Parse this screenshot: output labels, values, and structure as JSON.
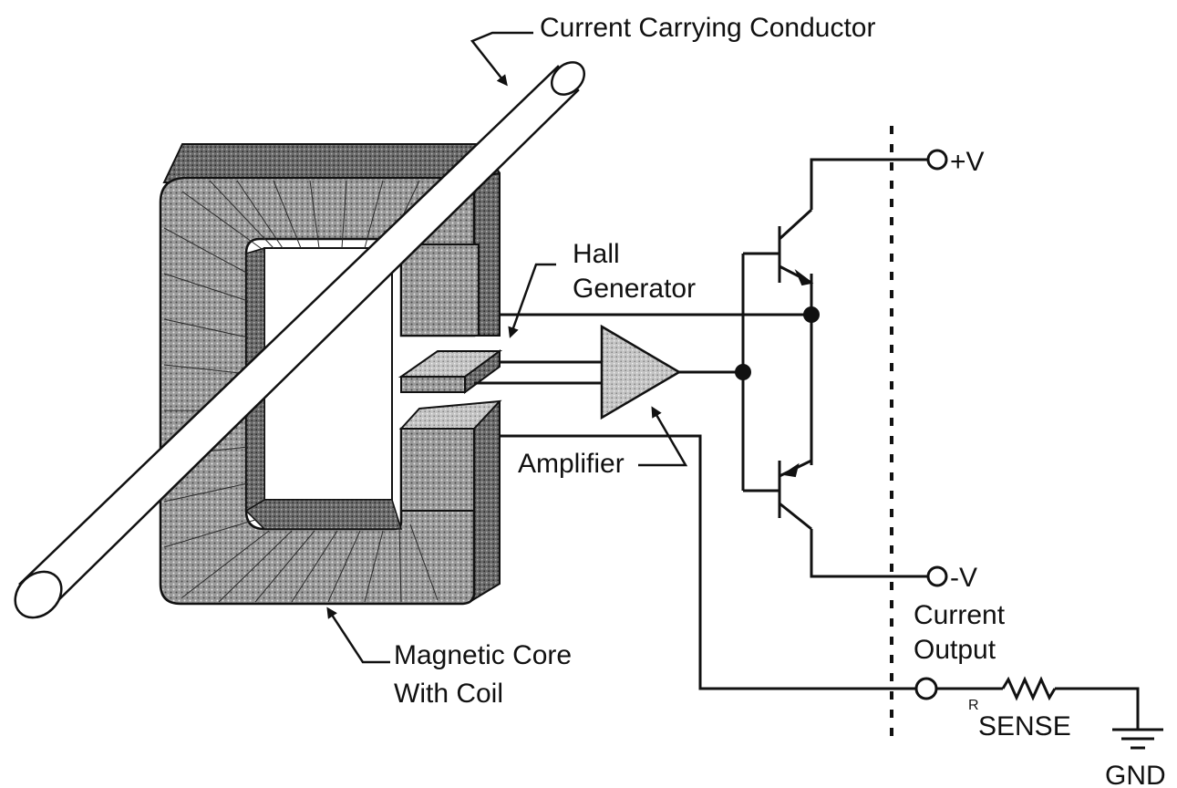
{
  "labels": {
    "conductor": "Current Carrying Conductor",
    "hall_line1": "Hall",
    "hall_line2": "Generator",
    "amplifier": "Amplifier",
    "core_line1": "Magnetic Core",
    "core_line2": "With Coil",
    "plus_v": "+V",
    "minus_v": "-V",
    "output_line1": "Current",
    "output_line2": "Output",
    "rsense_super": "R",
    "rsense_main": "SENSE",
    "gnd": "GND"
  },
  "icons": {
    "ground": "ground-symbol-icon",
    "resistor": "resistor-icon",
    "transistor": "bjt-transistor-icon",
    "amplifier": "triangle-amplifier-icon"
  },
  "colors": {
    "ink": "#111111",
    "core_fill": "#8a8a8a",
    "amp_fill": "#bdbdbd",
    "background": "#ffffff"
  }
}
